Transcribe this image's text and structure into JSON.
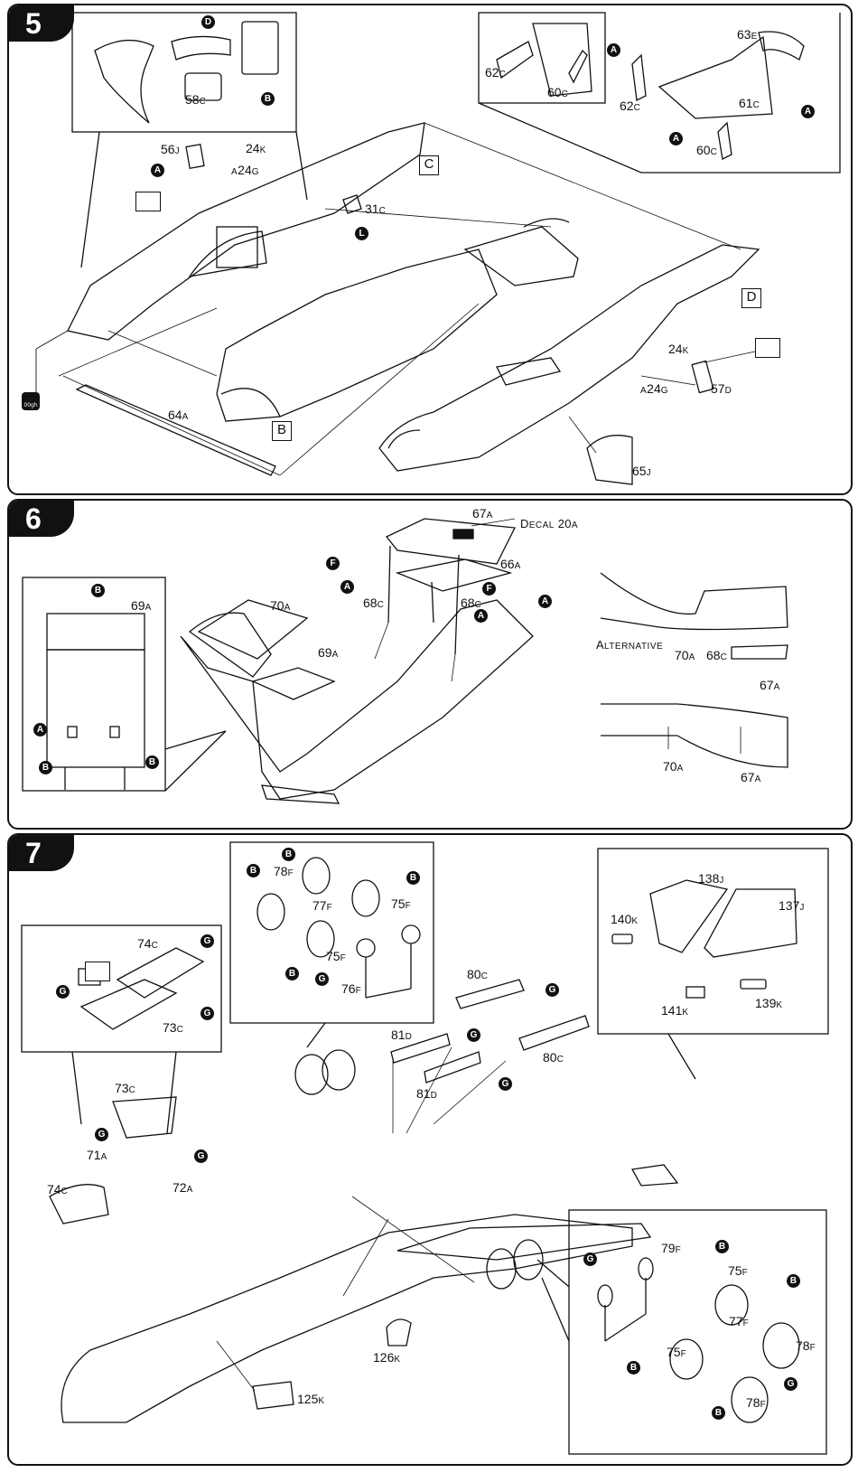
{
  "steps": [
    {
      "number": "5"
    },
    {
      "number": "6"
    },
    {
      "number": "7"
    }
  ],
  "step5": {
    "boxes": {
      "c": "C",
      "b": "B",
      "d": "D"
    },
    "labels": {
      "p58c": "58",
      "p58c_s": "C",
      "p56j": "56",
      "p56j_s": "J",
      "p24k_a": "24",
      "p24k_a_s": "K",
      "p24g_a_pre": "A",
      "p24g_a": "24",
      "p24g_a_s": "G",
      "p31c": "31",
      "p31c_s": "C",
      "p62c_a": "62",
      "p62c_a_s": "C",
      "p60c_a": "60",
      "p60c_a_s": "C",
      "p62c_b": "62",
      "p62c_b_s": "C",
      "p63e": "63",
      "p63e_s": "E",
      "p61c": "61",
      "p61c_s": "C",
      "p60c_b": "60",
      "p60c_b_s": "C",
      "p64a": "64",
      "p64a_s": "A",
      "p24k_b": "24",
      "p24k_b_s": "K",
      "p24g_b_pre": "A",
      "p24g_b": "24",
      "p24g_b_s": "G",
      "p57d": "57",
      "p57d_s": "D",
      "p65j": "65",
      "p65j_s": "J"
    },
    "scale_icon": "00gh"
  },
  "step6": {
    "labels": {
      "p67a": "67",
      "p67a_s": "A",
      "decal_a": "D",
      "decal_b": "ECAL",
      "decal_num": "20",
      "decal_s": "A",
      "p66a": "66",
      "p66a_s": "A",
      "p68c_a": "68",
      "p68c_a_s": "C",
      "p68c_b": "68",
      "p68c_b_s": "C",
      "p70a": "70",
      "p70a_s": "A",
      "p69a": "69",
      "p69a_s": "A",
      "p69a_inset": "69",
      "p69a_inset_s": "A",
      "alt_a": "A",
      "alt_b": "LTERNATIVE",
      "p70a_alt1": "70",
      "p70a_alt1_s": "A",
      "p68c_alt": "68",
      "p68c_alt_s": "C",
      "p67a_alt1": "67",
      "p67a_alt1_s": "A",
      "p70a_alt2": "70",
      "p70a_alt2_s": "A",
      "p67a_alt2": "67",
      "p67a_alt2_s": "A"
    }
  },
  "step7": {
    "labels": {
      "p74c_a": "74",
      "p74c_a_s": "C",
      "p73c_a": "73",
      "p73c_a_s": "C",
      "p78f_a": "78",
      "p78f_a_s": "F",
      "p77f_a": "77",
      "p77f_a_s": "F",
      "p75f_a": "75",
      "p75f_a_s": "F",
      "p75f_b": "75",
      "p75f_b_s": "F",
      "p76f": "76",
      "p76f_s": "F",
      "p80c_a": "80",
      "p80c_a_s": "C",
      "p81d_a": "81",
      "p81d_a_s": "D",
      "p81d_b": "81",
      "p81d_b_s": "D",
      "p80c_b": "80",
      "p80c_b_s": "C",
      "p138j": "138",
      "p138j_s": "J",
      "p137j": "137",
      "p137j_s": "J",
      "p140k": "140",
      "p140k_s": "K",
      "p141k": "141",
      "p141k_s": "K",
      "p139k": "139",
      "p139k_s": "K",
      "p73c_b": "73",
      "p73c_b_s": "C",
      "p71a": "71",
      "p71a_s": "A",
      "p72a": "72",
      "p72a_s": "A",
      "p74c_b": "74",
      "p74c_b_s": "C",
      "p126k": "126",
      "p126k_s": "K",
      "p125k": "125",
      "p125k_s": "K",
      "p79f": "79",
      "p79f_s": "F",
      "p75f_c": "75",
      "p75f_c_s": "F",
      "p77f_b": "77",
      "p77f_b_s": "F",
      "p75f_d": "75",
      "p75f_d_s": "F",
      "p78f_b": "78",
      "p78f_b_s": "F",
      "p78f_c": "78",
      "p78f_c_s": "F"
    }
  },
  "markers": {
    "a": "A",
    "b": "B",
    "d": "D",
    "f": "F",
    "g": "G",
    "l": "L"
  }
}
